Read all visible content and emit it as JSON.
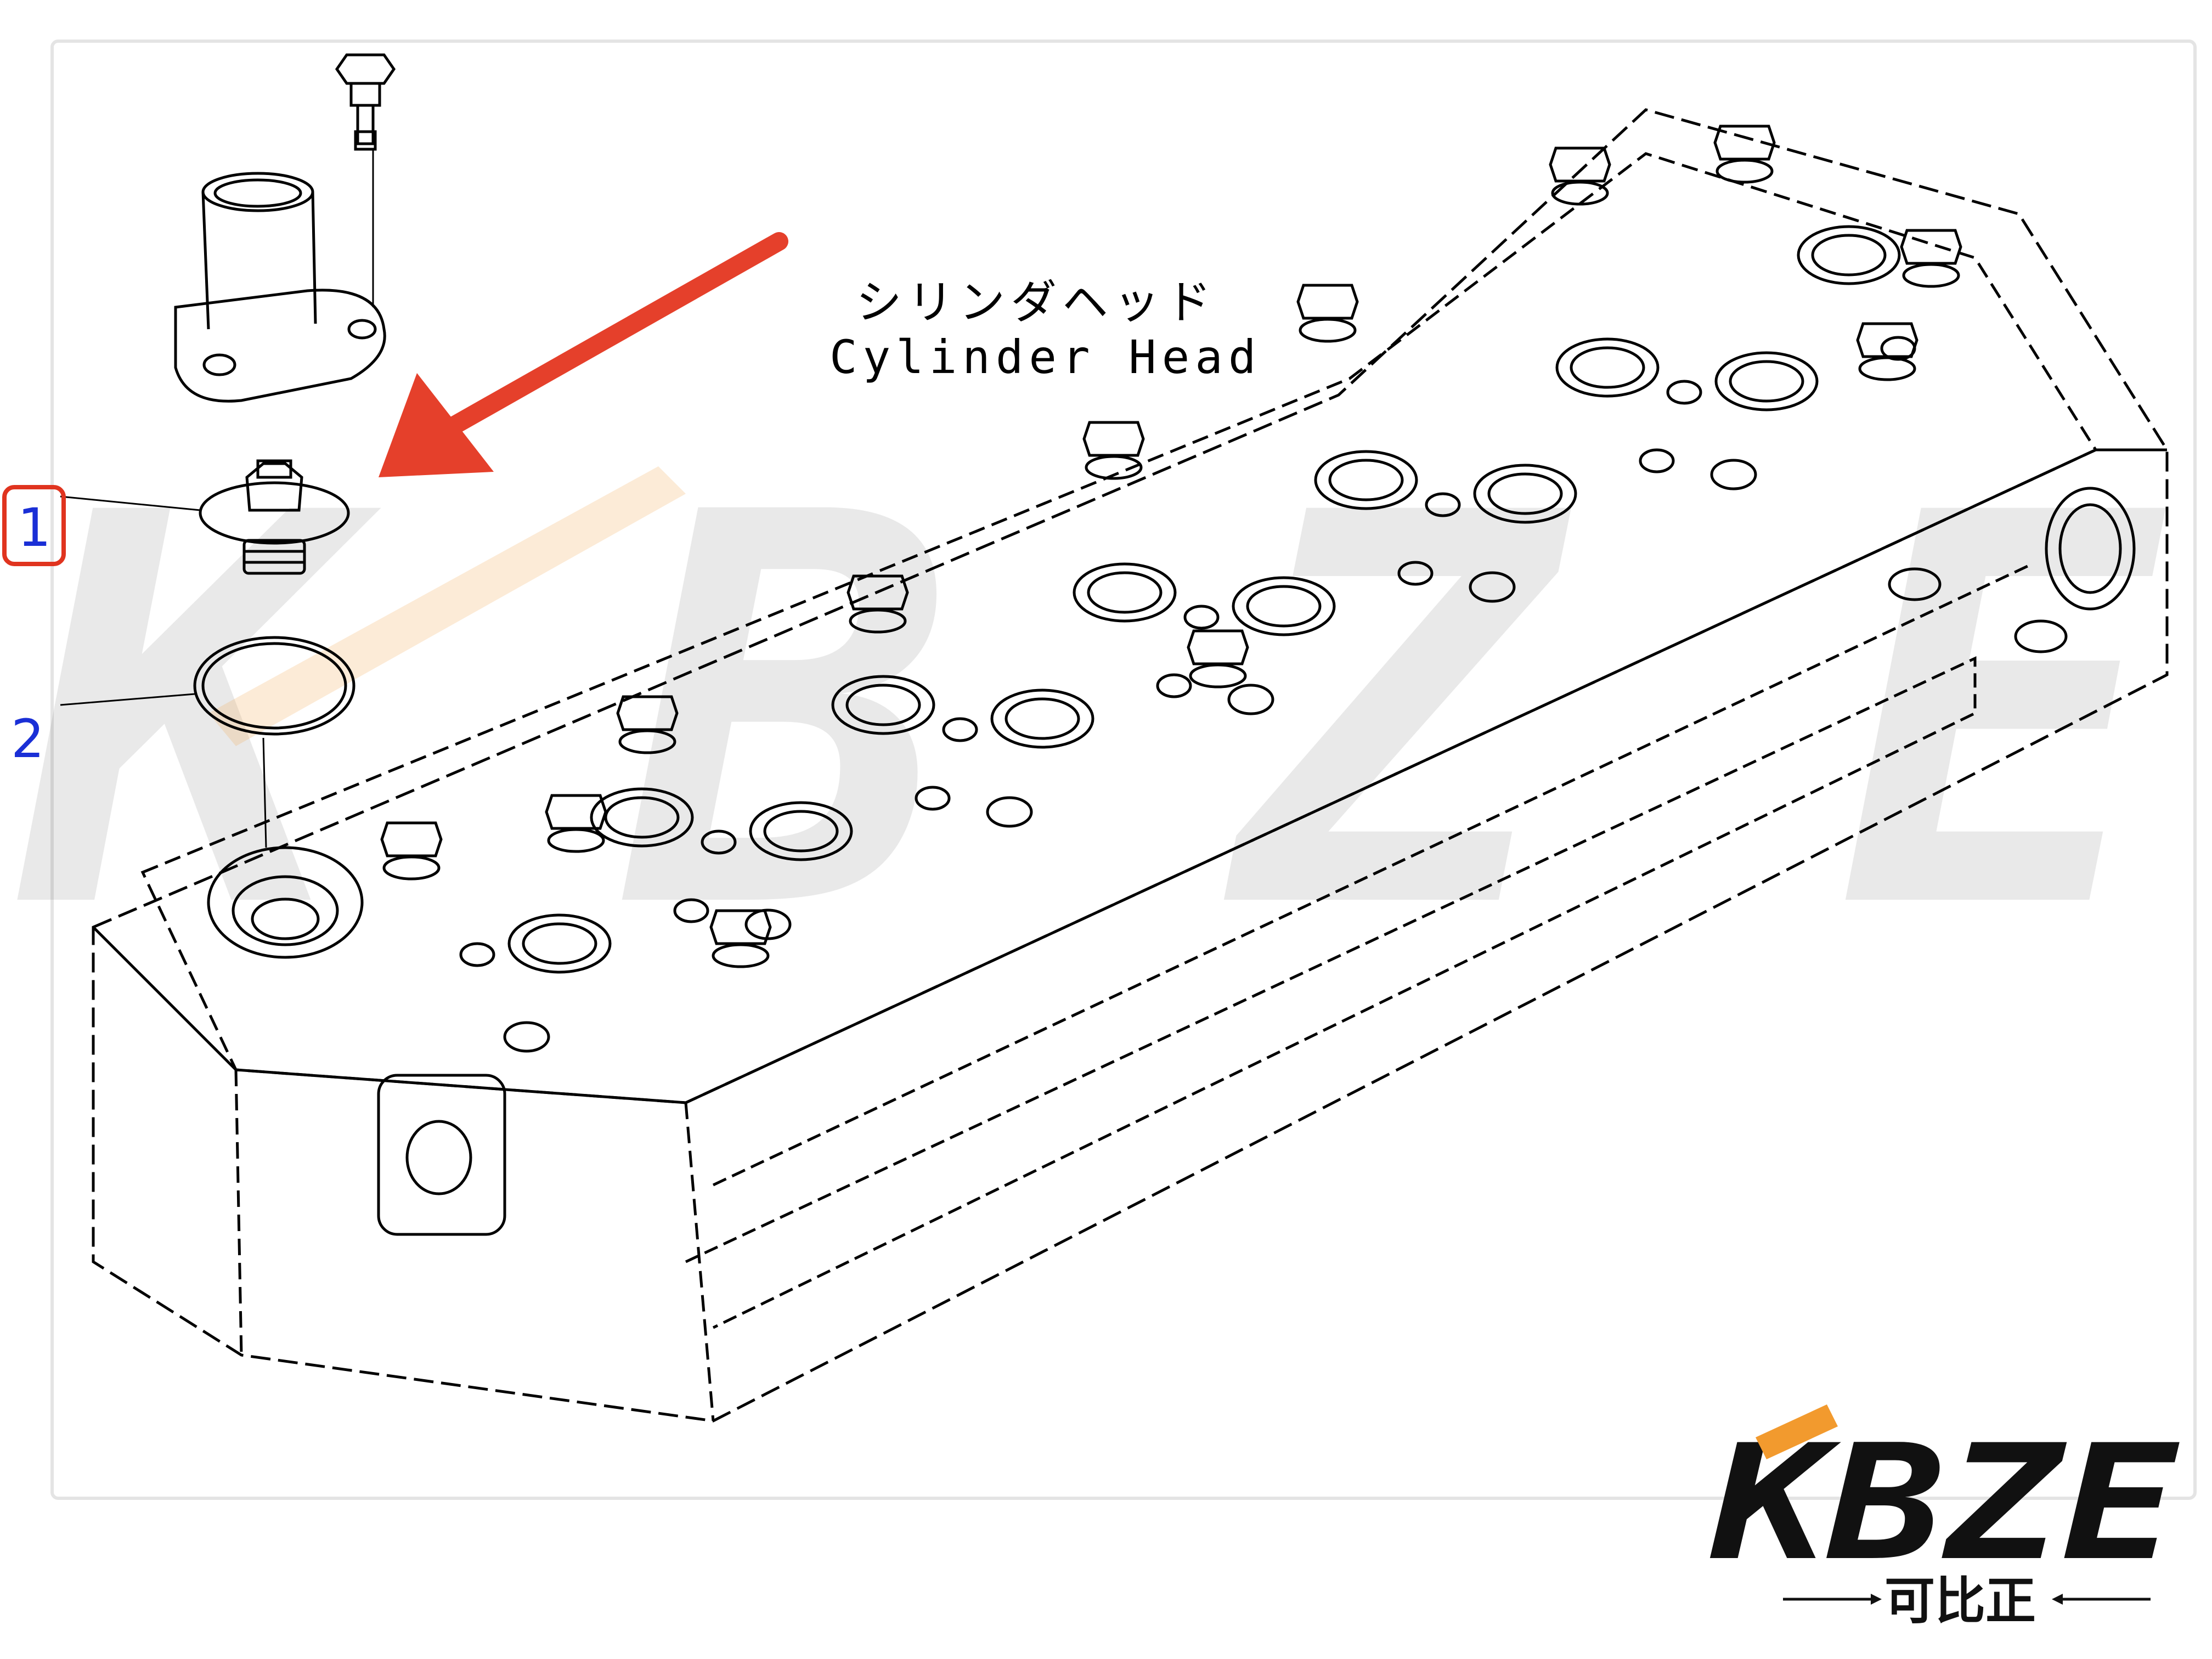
{
  "diagram": {
    "label_jp": "シリンダヘッド",
    "label_en": "Cylinder Head",
    "callouts": [
      {
        "number": "1",
        "highlighted": true
      },
      {
        "number": "2",
        "highlighted": false
      }
    ]
  },
  "watermark": {
    "text": "KBZE"
  },
  "logo": {
    "text": "KBZE",
    "subtitle": "可比正",
    "colors": {
      "primary": "#111111",
      "accent": "#f29a2e"
    }
  },
  "colors": {
    "arrow": "#e5402b",
    "callout": "#1a2fd6",
    "highlight_box": "#e0341f",
    "line_art": "#000000"
  }
}
